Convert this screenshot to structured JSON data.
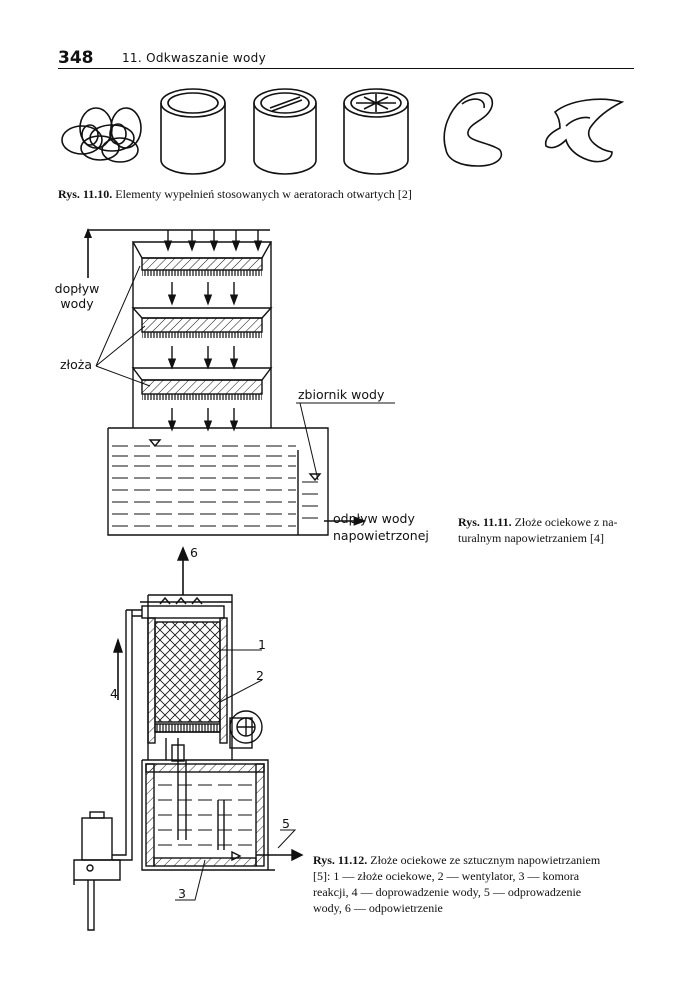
{
  "header": {
    "page_number": "348",
    "chapter_title": "11. Odkwaszanie wody"
  },
  "fig_10": {
    "caption_label": "Rys. 11.10.",
    "caption_text": "Elementy wypełnień stosowanych w aeratorach otwartych [2]"
  },
  "fig_11": {
    "caption_label": "Rys. 11.11.",
    "caption_line1": "Złoże ociekowe z na-",
    "caption_line2": "turalnym napowietrzaniem [4]",
    "inflow_line1": "dopływ",
    "inflow_line2": "wody",
    "beds_label": "złoża",
    "tank_label": "zbiornik wody",
    "outflow_line1": "odpływ wody",
    "outflow_line2": "napowietrzonej"
  },
  "fig_12": {
    "caption_label": "Rys. 11.12.",
    "caption_line1": "Złoże ociekowe ze sztucznym napowietrzaniem",
    "caption_line2": "[5]: 1 — złoże ociekowe, 2 — wentylator, 3 — komora",
    "caption_line3": "reakcji, 4 — doprowadzenie wody, 5 — odprowadzenie",
    "caption_line4": "wody, 6 — odpowietrzenie",
    "num_1": "1",
    "num_2": "2",
    "num_3": "3",
    "num_4": "4",
    "num_5": "5",
    "num_6": "6"
  }
}
